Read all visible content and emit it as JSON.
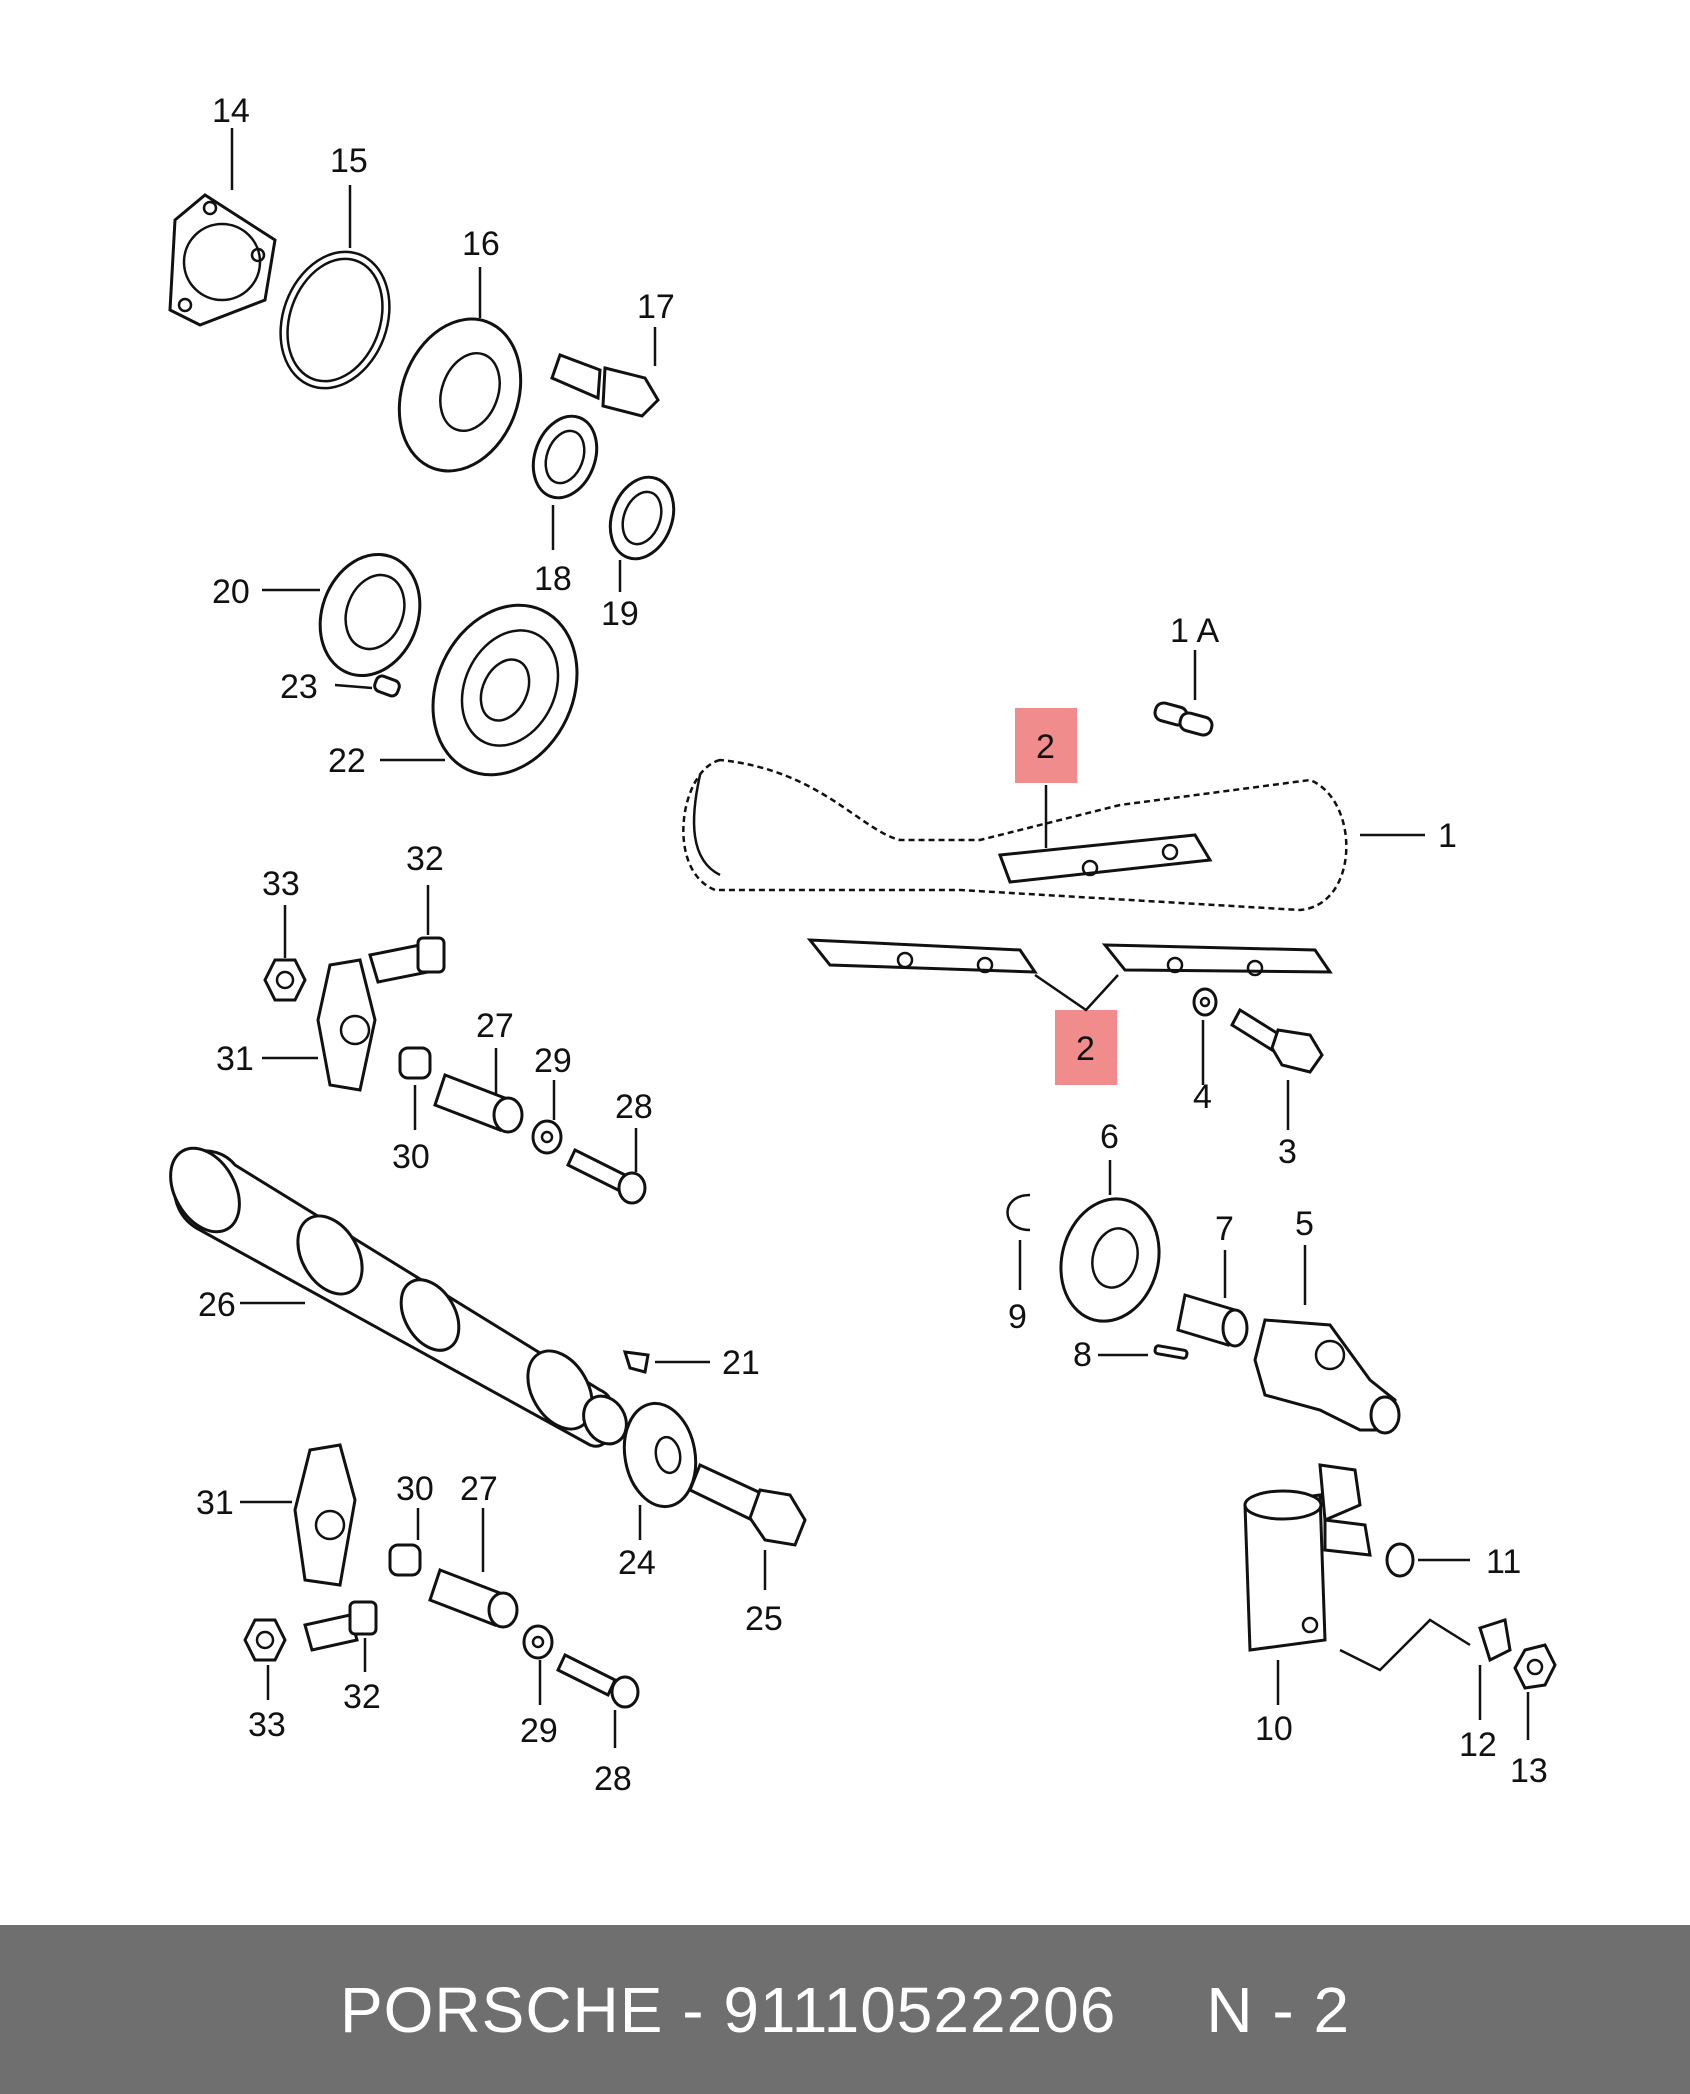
{
  "footer": {
    "brand_part": "PORSCHE - 91110522206",
    "ref": "N - 2"
  },
  "highlight_color": "#f08080",
  "highlighted_part": "2",
  "callouts": [
    "14",
    "15",
    "16",
    "17",
    "18",
    "19",
    "20",
    "23",
    "22",
    "1 A",
    "2",
    "2",
    "1",
    "4",
    "3",
    "33",
    "32",
    "31",
    "30",
    "27",
    "29",
    "28",
    "26",
    "21",
    "6",
    "9",
    "7",
    "5",
    "8",
    "31",
    "30",
    "27",
    "24",
    "25",
    "33",
    "32",
    "29",
    "28",
    "10",
    "11",
    "12",
    "13"
  ]
}
